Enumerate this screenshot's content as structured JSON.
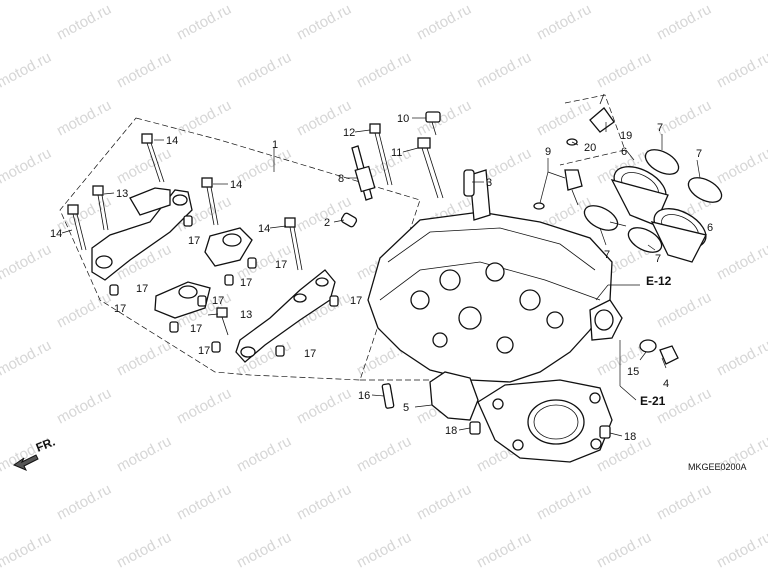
{
  "diagram": {
    "code": "MKGEE0200A",
    "front_marker": "FR.",
    "watermark": "motod.ru",
    "references": [
      "E-12",
      "E-21"
    ],
    "callouts": [
      "1",
      "2",
      "3",
      "4",
      "5",
      "6",
      "6",
      "7",
      "7",
      "7",
      "7",
      "8",
      "9",
      "10",
      "11",
      "12",
      "13",
      "13",
      "14",
      "14",
      "14",
      "14",
      "15",
      "16",
      "17",
      "17",
      "17",
      "17",
      "17",
      "17",
      "17",
      "17",
      "17",
      "17",
      "18",
      "18",
      "19",
      "20"
    ]
  },
  "icons": [
    "front-arrow-icon"
  ]
}
